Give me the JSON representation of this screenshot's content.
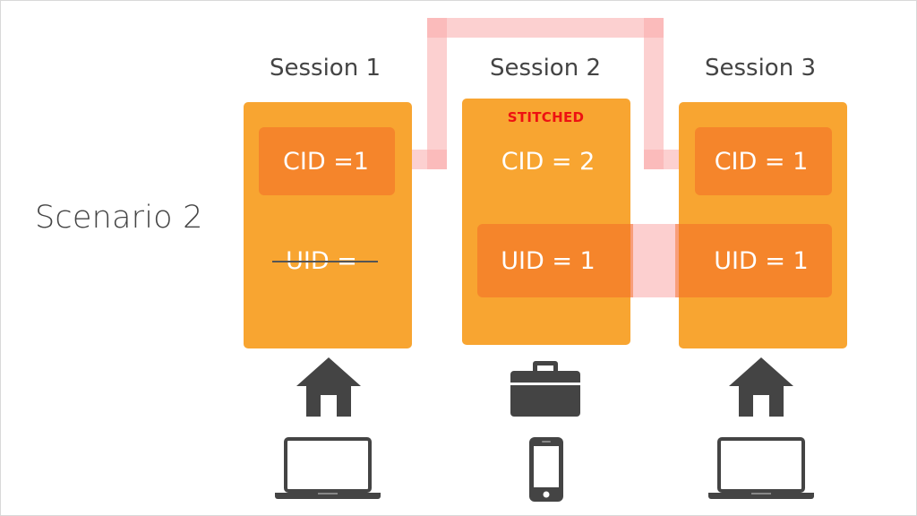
{
  "scenario_label": "Scenario 2",
  "sessions": [
    {
      "title": "Session 1",
      "cid": "CID =1",
      "uid": "UID =",
      "uid_struck": true,
      "location_icon": "home-icon",
      "device_icon": "laptop-icon"
    },
    {
      "title": "Session 2",
      "stitched_label": "STITCHED",
      "cid": "CID = 2",
      "uid": "UID = 1",
      "location_icon": "briefcase-icon",
      "device_icon": "mobile-phone-icon"
    },
    {
      "title": "Session 3",
      "cid": "CID = 1",
      "uid": "UID = 1",
      "location_icon": "home-icon",
      "device_icon": "laptop-icon"
    }
  ],
  "colors": {
    "card": "#f8a531",
    "highlight": "#f5852b",
    "link_band": "#f7c1c1",
    "stitched": "#ee1111",
    "text": "#444444",
    "icon": "#444444"
  }
}
